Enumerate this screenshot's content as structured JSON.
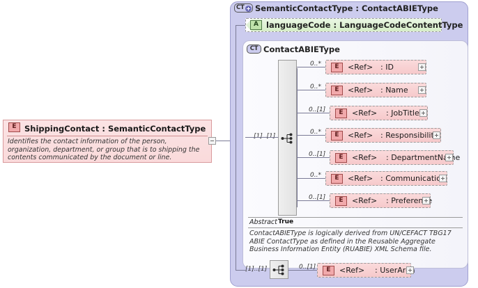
{
  "diagram": {
    "type": "xsd-schema-diagram",
    "outer_type": {
      "badge": "CT",
      "badge_icon": "expand-plus-icon",
      "title": "SemanticContactType : ContactABIEType"
    },
    "attribute": {
      "badge": "A",
      "label": "languageCode : LanguageCodeContentType"
    },
    "inner_type": {
      "badge": "CT",
      "title": "ContactABIEType",
      "abstract_label": "Abstract",
      "abstract_value": "True",
      "documentation": "ContactABIEType is logically derived from UN/CEFACT TBG17 ABIE ContactType as defined in the Reusable Aggregate Business Information Entity (RUABIE) XML Schema file."
    },
    "sequence": {
      "compositor": "sequence-icon",
      "cardinality": "[1]..[1]"
    },
    "bottom_sequence": {
      "compositor": "sequence-icon",
      "cardinality": "[1]..[1]"
    },
    "elements": [
      {
        "badge": "E",
        "ref": "<Ref>",
        "name": ": ID",
        "cardinality": "0..*",
        "expander": "plus-icon"
      },
      {
        "badge": "E",
        "ref": "<Ref>",
        "name": ": Name",
        "cardinality": "0..*",
        "expander": "plus-icon"
      },
      {
        "badge": "E",
        "ref": "<Ref>",
        "name": ": JobTitle",
        "cardinality": "0..[1]",
        "expander": "plus-icon"
      },
      {
        "badge": "E",
        "ref": "<Ref>",
        "name": ": Responsibility",
        "cardinality": "0..*",
        "expander": "plus-icon"
      },
      {
        "badge": "E",
        "ref": "<Ref>",
        "name": ": DepartmentName",
        "cardinality": "0..[1]",
        "expander": "plus-icon"
      },
      {
        "badge": "E",
        "ref": "<Ref>",
        "name": ": Communication",
        "cardinality": "0..*",
        "expander": "plus-icon"
      },
      {
        "badge": "E",
        "ref": "<Ref>",
        "name": ": Preference",
        "cardinality": "0..[1]",
        "expander": "plus-icon"
      }
    ],
    "user_area": {
      "badge": "E",
      "ref": "<Ref>",
      "name": ": UserArea",
      "cardinality": "0..[1]",
      "expander": "plus-icon"
    },
    "source_element": {
      "badge": "E",
      "title": "ShippingContact : SemanticContactType",
      "documentation": "Identifies the contact information of the person, organization, department, or group that is to shipping the contents communicated by the document or line.",
      "collapser": "minus-icon"
    },
    "colors": {
      "outer_panel": "#ccccee",
      "element_fill": "#fadadb",
      "element_border": "#9a9a9a",
      "attribute_fill": "#d6eec8",
      "badge_e_fill": "#f1a9ab",
      "badge_a_fill": "#bfe3ab"
    }
  }
}
